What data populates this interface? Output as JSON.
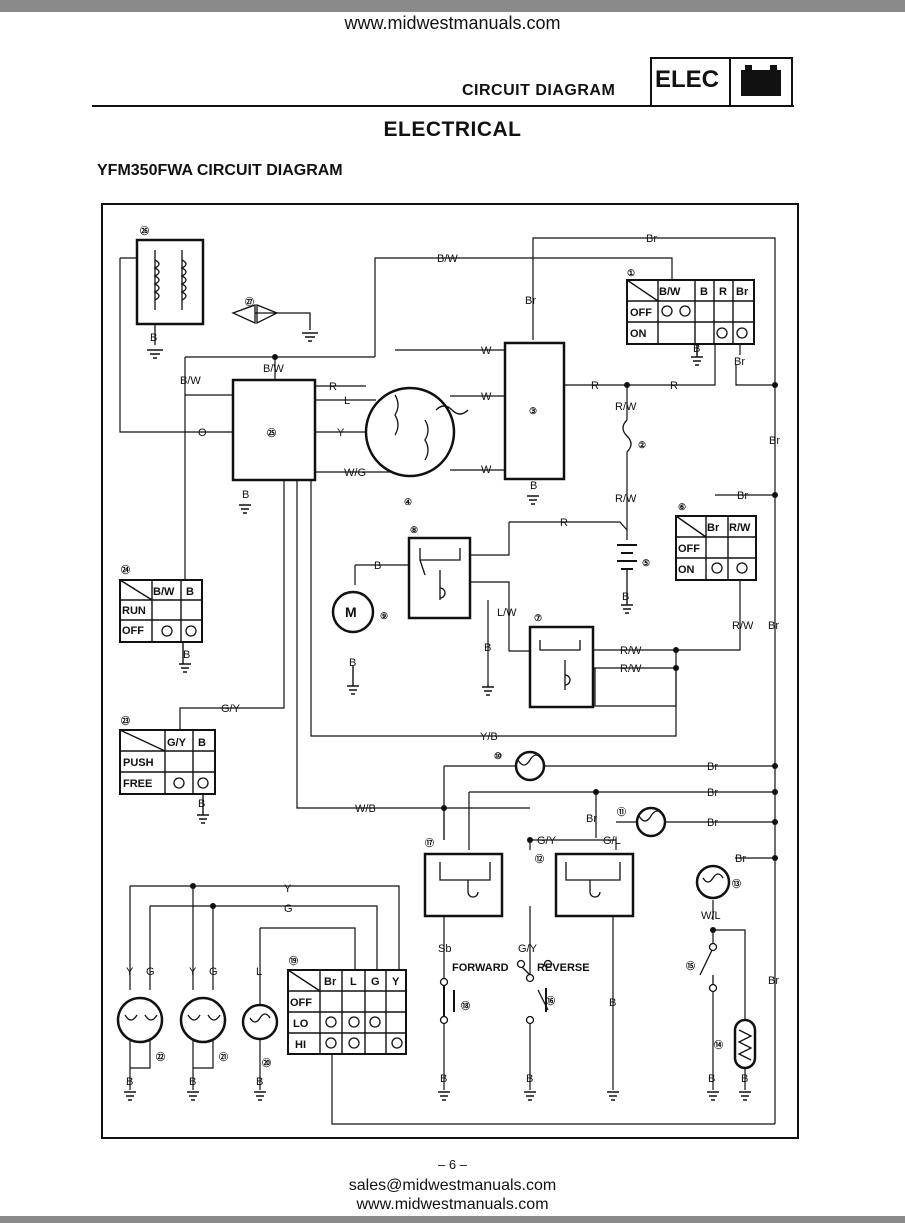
{
  "header": {
    "site_url": "www.midwestmanuals.com",
    "title": "CIRCUIT DIAGRAM",
    "tab": "ELEC",
    "battery_icon": "battery-icon"
  },
  "section_title": "ELECTRICAL",
  "diagram_title": "YFM350FWA CIRCUIT DIAGRAM",
  "wires": {
    "br": "Br",
    "bw": "B/W",
    "w": "W",
    "r": "R",
    "rw": "R/W",
    "b": "B",
    "o": "O",
    "l": "L",
    "y": "Y",
    "wg": "W/G",
    "lw": "L/W",
    "gy": "G/Y",
    "yb": "Y/B",
    "wb": "W/B",
    "gl": "G/L",
    "wl": "W/L",
    "sb": "Sb",
    "g": "G"
  },
  "components": {
    "c1": "①",
    "c2": "②",
    "c3": "③",
    "c4": "④",
    "c5": "⑤",
    "c6": "⑥",
    "c7": "⑦",
    "c8": "⑧",
    "c9": "⑨",
    "c10": "⑩",
    "c11": "⑪",
    "c12": "⑫",
    "c13": "⑬",
    "c14": "⑭",
    "c15": "⑮",
    "c16": "⑯",
    "c17": "⑰",
    "c18": "⑱",
    "c19": "⑲",
    "c20": "⑳",
    "c21": "㉑",
    "c22": "㉒",
    "c23": "㉓",
    "c24": "㉔",
    "c25": "㉕",
    "c26": "㉖",
    "c27": "㉗",
    "motor": "M"
  },
  "tables": {
    "main_switch": {
      "cols": [
        "B/W",
        "B",
        "R",
        "Br"
      ],
      "rows": [
        "OFF",
        "ON"
      ]
    },
    "light_switch": {
      "cols": [
        "Br",
        "R/W"
      ],
      "rows": [
        "OFF",
        "ON"
      ]
    },
    "engine_stop": {
      "cols": [
        "B/W",
        "B"
      ],
      "rows": [
        "RUN",
        "OFF"
      ]
    },
    "start_switch": {
      "cols": [
        "G/Y",
        "B"
      ],
      "rows": [
        "PUSH",
        "FREE"
      ]
    },
    "dimmer": {
      "cols": [
        "Br",
        "L",
        "G",
        "Y"
      ],
      "rows": [
        "OFF",
        "LO",
        "HI"
      ]
    }
  },
  "switch_labels": {
    "forward": "FORWARD",
    "reverse": "REVERSE"
  },
  "footer": {
    "page": "– 6 –",
    "email": "sales@midwestmanuals.com",
    "site_url": "www.midwestmanuals.com"
  }
}
